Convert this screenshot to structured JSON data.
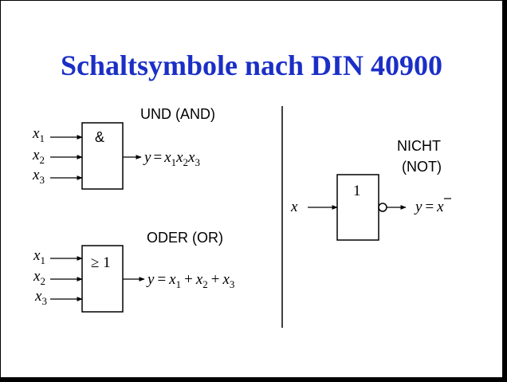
{
  "title": "Schaltsymbole nach DIN 40900",
  "and_gate": {
    "label": "UND (AND)",
    "symbol": "&",
    "inputs": [
      {
        "var": "x",
        "sub": "1"
      },
      {
        "var": "x",
        "sub": "2"
      },
      {
        "var": "x",
        "sub": "3"
      }
    ],
    "output": {
      "lhs": "y",
      "eq": "=",
      "terms": [
        {
          "var": "x",
          "sub": "1"
        },
        {
          "var": "x",
          "sub": "2"
        },
        {
          "var": "x",
          "sub": "3"
        }
      ]
    }
  },
  "or_gate": {
    "label": "ODER (OR)",
    "symbol": "≥ 1",
    "inputs": [
      {
        "var": "x",
        "sub": "1"
      },
      {
        "var": "x",
        "sub": "2"
      },
      {
        "var": "x",
        "sub": "3"
      }
    ],
    "output": {
      "lhs": "y",
      "eq": "=",
      "terms": [
        {
          "var": "x",
          "sub": "1"
        },
        {
          "var": "x",
          "sub": "2"
        },
        {
          "var": "x",
          "sub": "3"
        }
      ],
      "op": "+"
    }
  },
  "not_gate": {
    "label_line1": "NICHT",
    "label_line2": "(NOT)",
    "symbol": "1",
    "input": "x",
    "output_lhs": "y",
    "output_eq": "=",
    "output_rhs": "x"
  }
}
